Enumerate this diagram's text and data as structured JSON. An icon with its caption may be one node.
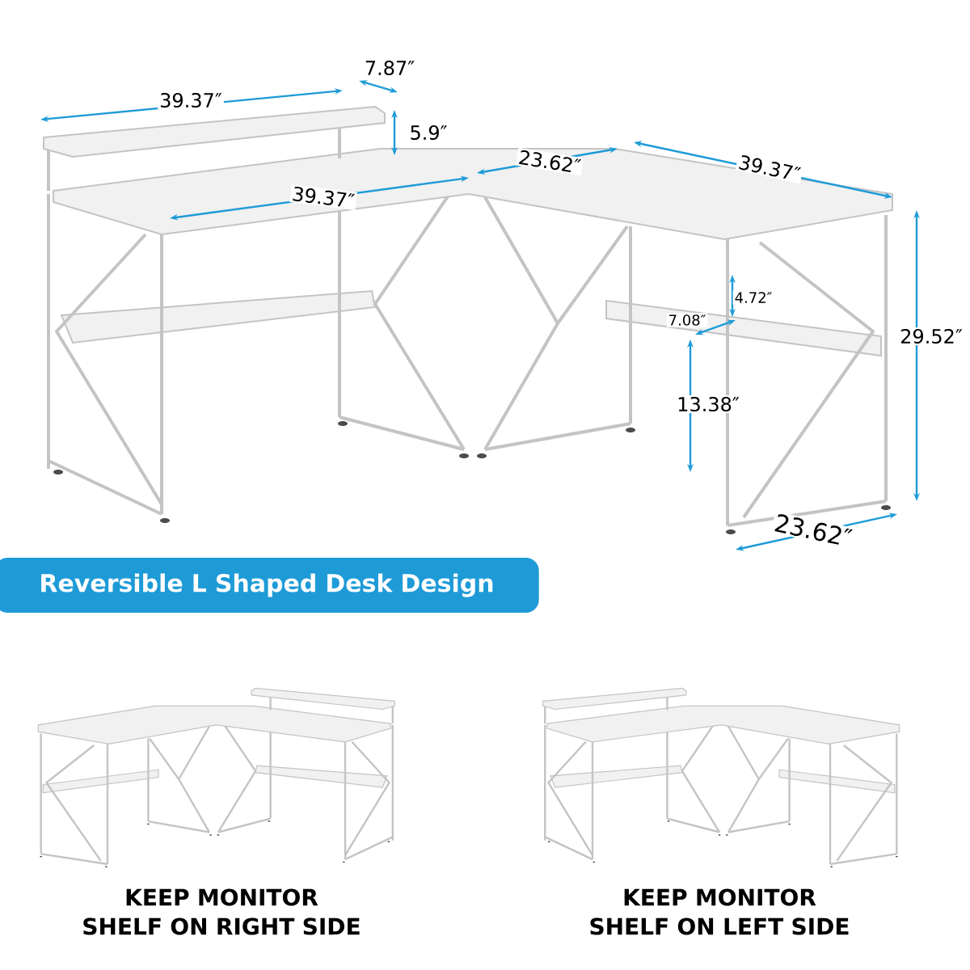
{
  "diagram": {
    "title": "Reversible L Shaped Desk Design",
    "labels": [
      "39.37″",
      "7.87″",
      "5.9″",
      "23.62″",
      "39.37″",
      "39.37″",
      "4.72″",
      "7.08″",
      "29.52″",
      "13.38″",
      "23.62″",
      "KEEP MONITOR SHELF ON RIGHT SIDE",
      "KEEP MONITOR SHELF ON LEFT SIDE"
    ]
  }
}
